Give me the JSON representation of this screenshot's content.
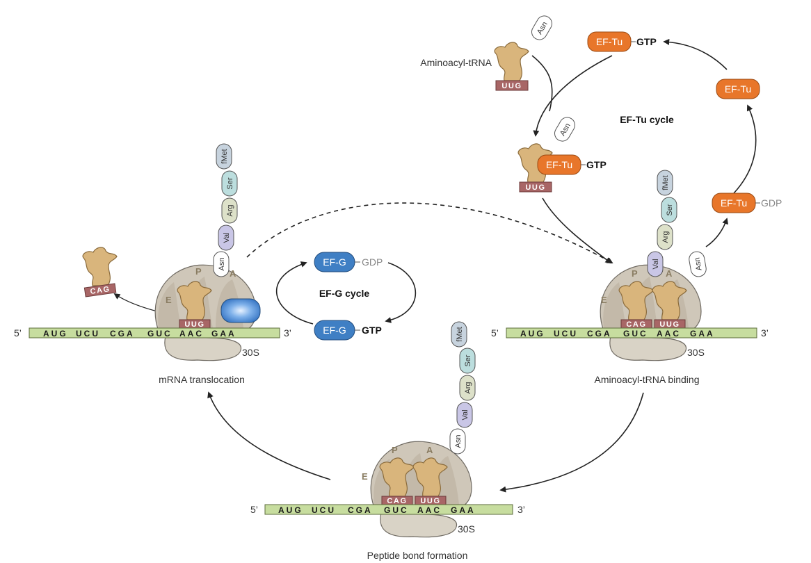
{
  "colors": {
    "ribosome_large": "#cfc7b9",
    "ribosome_small": "#d9d3c6",
    "ribosome_outline": "#6f6a62",
    "mrna_fill": "#c7dd9f",
    "trna": "#d9b57c",
    "codon_box": "#a86666",
    "ef_tu": "#e8762a",
    "ef_g": "#3f7fc4",
    "aa_fmet": "#c7d3de",
    "aa_ser": "#bcdede",
    "aa_arg": "#dde1c9",
    "aa_val": "#c9c6e6",
    "aa_asn": "#ffffff"
  },
  "amino_acids": {
    "fmet": "fMet",
    "ser": "Ser",
    "arg": "Arg",
    "val": "Val",
    "asn": "Asn"
  },
  "mrna": {
    "five": "5’",
    "three": "3’",
    "seq": [
      "AUG",
      "UCU",
      "CGA",
      "GUC",
      "AAC",
      "GAA"
    ]
  },
  "sites": {
    "e": "E",
    "p": "P",
    "a": "A"
  },
  "small_subunit": "30S",
  "codons": {
    "cag": "CAG",
    "uug": "UUG"
  },
  "stages": {
    "translocation": "mRNA translocation",
    "binding": "Aminoacyl-tRNA binding",
    "peptide": "Peptide bond formation"
  },
  "ef_g_cycle": {
    "title": "EF-G cycle",
    "factor": "EF-G",
    "gdp": "GDP",
    "gtp": "GTP"
  },
  "ef_tu_cycle": {
    "title": "EF-Tu cycle",
    "factor": "EF-Tu",
    "gdp": "GDP",
    "gtp": "GTP"
  },
  "aminoacyl_trna": "Aminoacyl-tRNA"
}
